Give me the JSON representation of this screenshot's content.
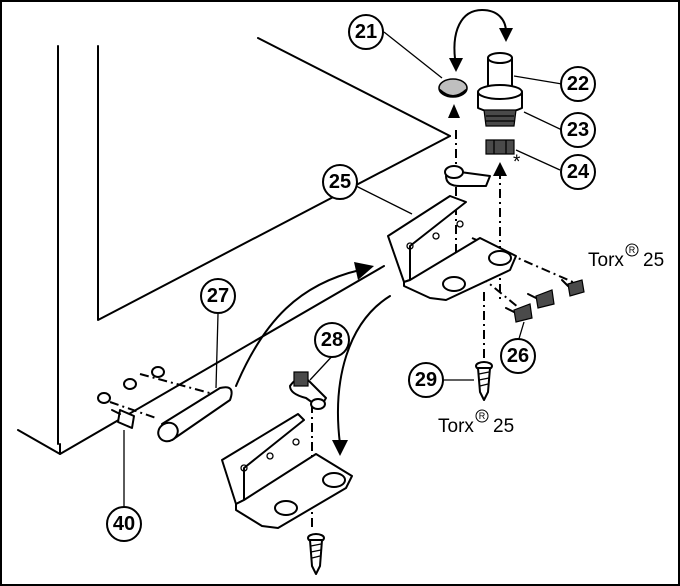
{
  "callouts": {
    "c21": "21",
    "c22": "22",
    "c23": "23",
    "c24": "24",
    "c25": "25",
    "c26": "26",
    "c27": "27",
    "c28": "28",
    "c29": "29",
    "c40": "40"
  },
  "labels": {
    "torx_top": "Torx",
    "torx_top_size": "25",
    "torx_bottom": "Torx",
    "torx_bottom_size": "25",
    "registered_mark": "R",
    "asterisk": "*"
  },
  "colors": {
    "line": "#000000",
    "part_fill": "#ffffff",
    "cap_grey": "#bfbfbf",
    "dark_grey": "#4a4a4a"
  }
}
